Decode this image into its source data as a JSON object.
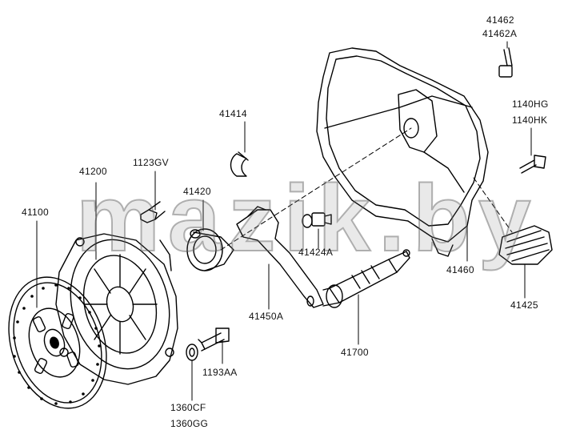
{
  "diagram": {
    "labels": {
      "p41462": "41462",
      "p41462a": "41462A",
      "p1140hg": "1140HG",
      "p1140hk": "1140HK",
      "p41414": "41414",
      "p1123gv": "1123GV",
      "p41200": "41200",
      "p41420": "41420",
      "p41100": "41100",
      "p41424a": "41424A",
      "p41460": "41460",
      "p41450a": "41450A",
      "p41425": "41425",
      "p41700": "41700",
      "p1193aa": "1193AA",
      "p1360cf": "1360CF",
      "p1360gg": "1360GG"
    },
    "watermark": "mazik.by"
  }
}
